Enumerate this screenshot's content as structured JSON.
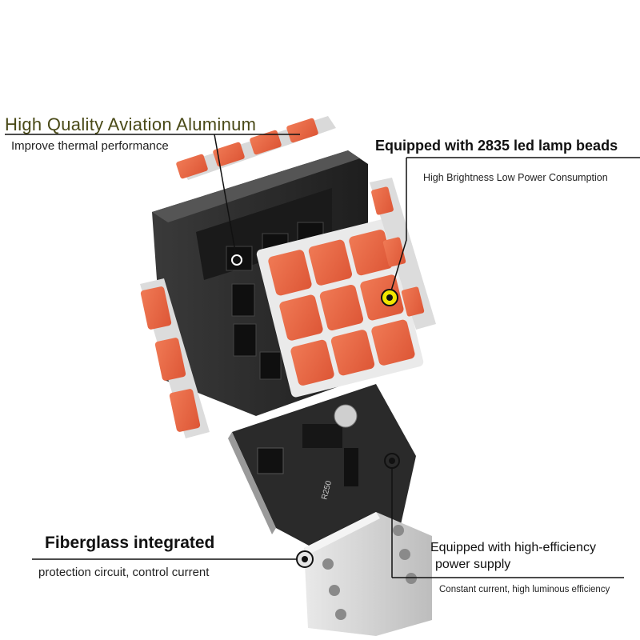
{
  "callouts": {
    "aluminum": {
      "title": "High Quality Aviation Aluminum",
      "subtitle": "Improve thermal performance"
    },
    "lamp_beads": {
      "title": "Equipped with 2835 led lamp beads",
      "subtitle": "High Brightness Low Power Consumption"
    },
    "fiberglass": {
      "title": "Fiberglass integrated",
      "subtitle": "protection circuit, control current"
    },
    "power_supply": {
      "title_line1": "Equipped with high-efficiency",
      "title_line2": "power supply",
      "subtitle": "Constant current, high luminous efficiency"
    }
  },
  "pcb_marking": "R250",
  "colors": {
    "led_orange": "#e8603f",
    "body_dark": "#2b2b2b",
    "marker_yellow": "#f2e600",
    "leader_line": "#111111"
  }
}
